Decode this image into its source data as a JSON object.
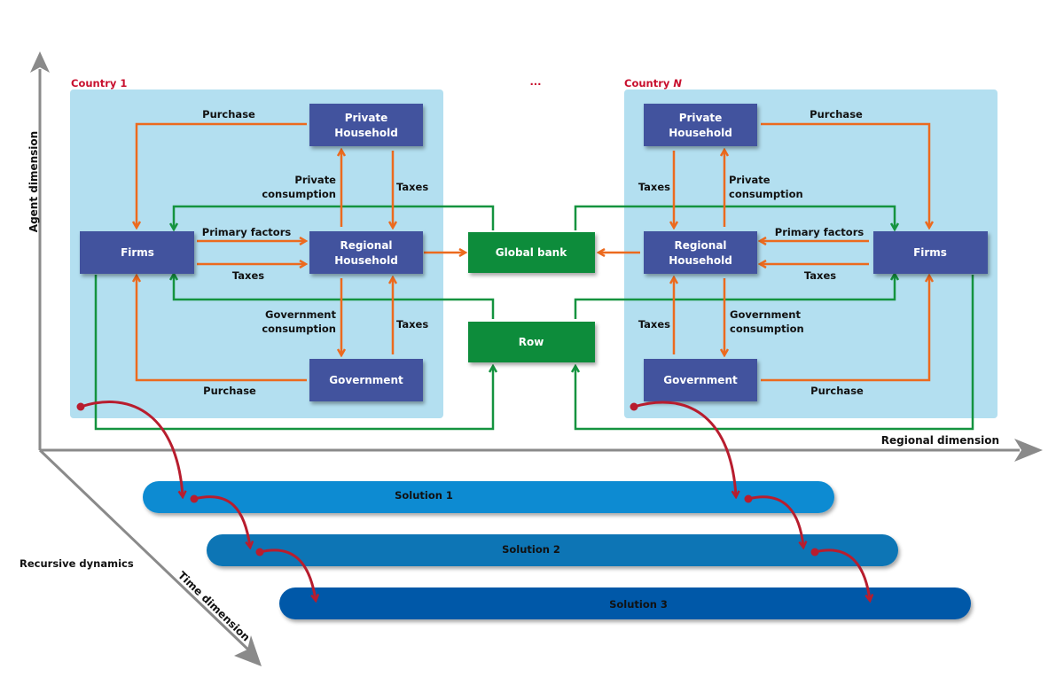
{
  "colors": {
    "country_bg": "#b3dff0",
    "agent_box": "#43529e",
    "global_box": "#0f8c3b",
    "orange_flow": "#ec6a1e",
    "green_flow": "#14933f",
    "red_dynamics": "#b81d2e",
    "axis": "#8a8a8a",
    "country_label": "#c8102e",
    "solution_1": "#0a8bd2",
    "solution_2": "#0775b5",
    "solution_3": "#0558a8"
  },
  "axes": {
    "agent": "Agent dimension",
    "regional": "Regional dimension",
    "time": "Time dimension"
  },
  "recursive_label": "Recursive dynamics",
  "ellipsis": "...",
  "countries": [
    {
      "label": "Country 1",
      "private_household": [
        "Private",
        "Household"
      ],
      "firms": "Firms",
      "regional_household": [
        "Regional",
        "Household"
      ],
      "government": "Government",
      "flows": {
        "purchase_top": "Purchase",
        "private_consumption": [
          "Private",
          "consumption"
        ],
        "taxes_ph": "Taxes",
        "primary_factors": "Primary factors",
        "taxes_firms": "Taxes",
        "government_consumption": [
          "Government",
          "consumption"
        ],
        "taxes_gov": "Taxes",
        "purchase_bottom": "Purchase"
      }
    },
    {
      "label_prefix": "Country ",
      "label_suffix": "N",
      "private_household": [
        "Private",
        "Household"
      ],
      "firms": "Firms",
      "regional_household": [
        "Regional",
        "Household"
      ],
      "government": "Government",
      "flows": {
        "purchase_top": "Purchase",
        "private_consumption": [
          "Private",
          "consumption"
        ],
        "taxes_ph": "Taxes",
        "primary_factors": "Primary factors",
        "taxes_firms": "Taxes",
        "government_consumption": [
          "Government",
          "consumption"
        ],
        "taxes_gov": "Taxes",
        "purchase_bottom": "Purchase"
      }
    }
  ],
  "global": {
    "bank": "Global bank",
    "row": "Row"
  },
  "solutions": [
    "Solution 1",
    "Solution 2",
    "Solution 3"
  ]
}
